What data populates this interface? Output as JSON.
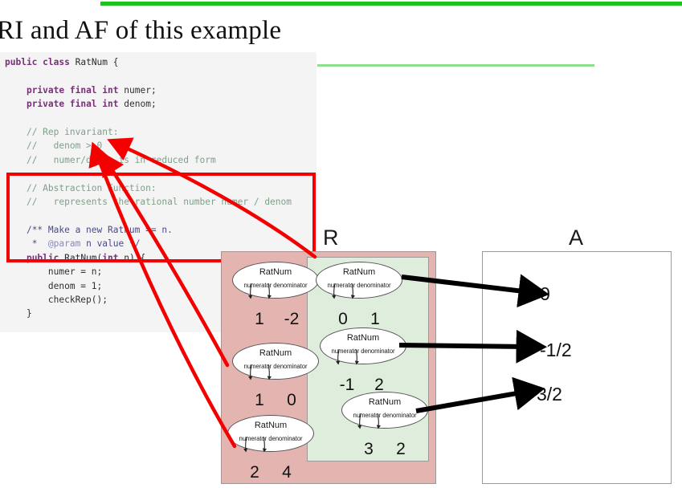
{
  "slide": {
    "title": "RI and AF of this example",
    "top_bar_color": "#1BC41B",
    "rule_color": "#8BE08B"
  },
  "code_panel": {
    "language": "java",
    "background": "#F4F4F4",
    "highlight_box_color": "#F50000",
    "lines": [
      "public class RatNum {",
      "",
      "    private final int numer;",
      "    private final int denom;",
      "",
      "    // Rep invariant:",
      "    //   denom > 0",
      "    //   numer/denom is in reduced form",
      "",
      "    // Abstraction Function:",
      "    //   represents the rational number numer / denom",
      "",
      "    /** Make a new Ratnum == n.",
      "     *  @param n value */",
      "    public RatNum(int n) {",
      "        numer = n;",
      "        denom = 1;",
      "        checkRep();",
      "    }"
    ],
    "highlighted_comments": [
      "// Rep invariant:",
      "//   denom > 0",
      "//   numer/denom is in reduced form",
      "// Abstraction Function:",
      "//   represents the rational number numer / denom"
    ]
  },
  "diagram": {
    "rep_space": {
      "label": "R",
      "box_color": "#E4B5B0",
      "valid_region_color": "#DFEDDC",
      "invalid_objects": [
        {
          "class_name": "RatNum",
          "field_labels": "numerator denominator",
          "numerator": "1",
          "denominator": "-2"
        },
        {
          "class_name": "RatNum",
          "field_labels": "numerator denominator",
          "numerator": "1",
          "denominator": "0"
        },
        {
          "class_name": "RatNum",
          "field_labels": "numerator denominator",
          "numerator": "2",
          "denominator": "4"
        }
      ],
      "valid_objects": [
        {
          "class_name": "RatNum",
          "field_labels": "numerator denominator",
          "numerator": "0",
          "denominator": "1"
        },
        {
          "class_name": "RatNum",
          "field_labels": "numerator denominator",
          "numerator": "-1",
          "denominator": "2"
        },
        {
          "class_name": "RatNum",
          "field_labels": "numerator denominator",
          "numerator": "3",
          "denominator": "2"
        }
      ]
    },
    "abstract_space": {
      "label": "A",
      "values": [
        "0",
        "-1/2",
        "3/2"
      ]
    },
    "mapping_arrow_color": "#000000",
    "annotation_arrow_color": "#F50000"
  }
}
